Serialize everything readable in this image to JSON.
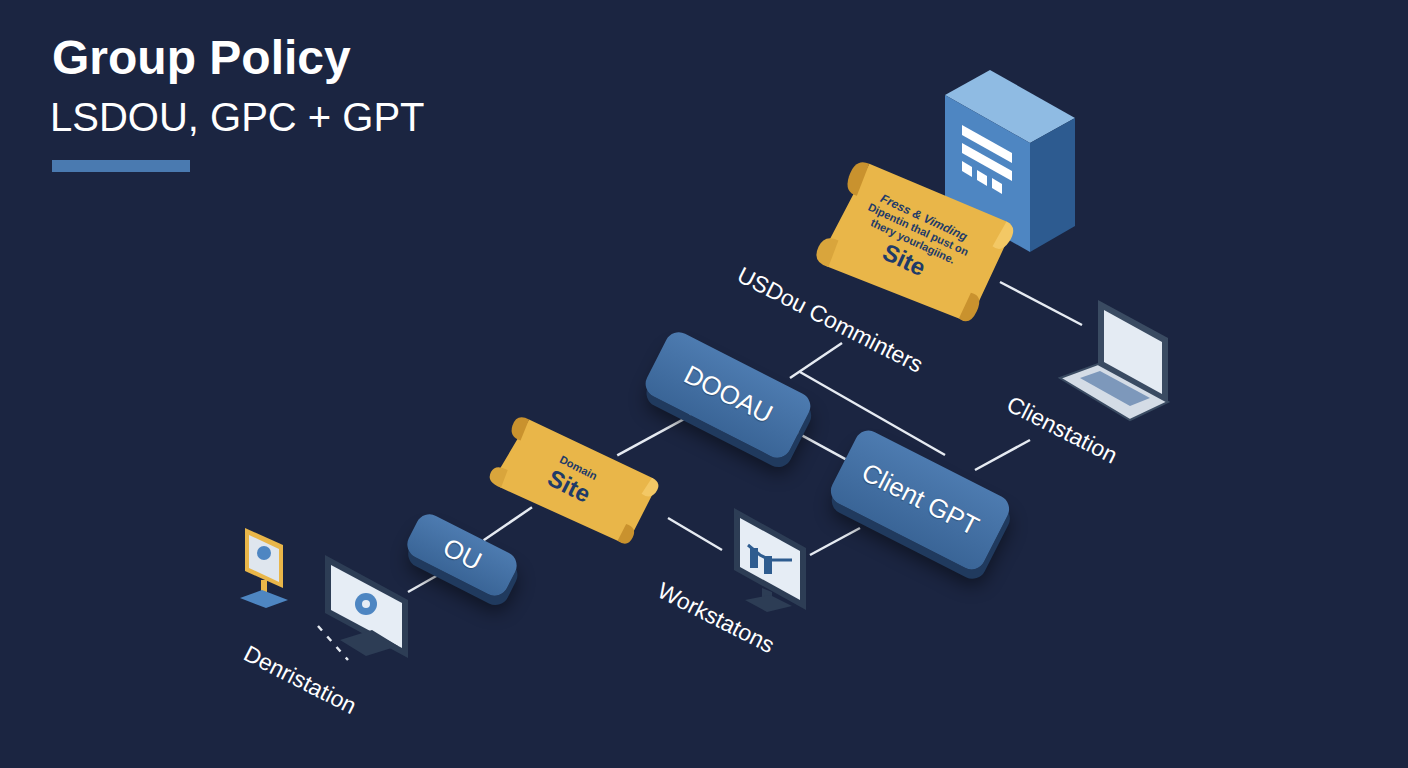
{
  "diagram": {
    "title": "Group Policy",
    "nodes": [
      {
        "text": [
          "Fress & Vimding",
          "Dipentin thal pust on thery yourlagiine.",
          "Site"
        ]
      },
      {
        "text": [
          "DOOAU"
        ]
      },
      {
        "text": [
          "Client GPT"
        ]
      },
      {
        "text": [
          "Domain",
          "Site"
        ]
      },
      {
        "text": [
          "OU"
        ]
      }
    ],
    "edges": [
      {
        "from": 4,
        "to": 3,
        "arrow": "none"
      },
      {
        "from": 3,
        "to": 1,
        "arrow": "none"
      },
      {
        "from": 1,
        "to": 2,
        "arrow": "none"
      }
    ],
    "labels": [
      "LSDOU, GPC + GPT",
      "USDou Comminters",
      "Clienstation",
      "Workstatons",
      "Denristation"
    ]
  }
}
